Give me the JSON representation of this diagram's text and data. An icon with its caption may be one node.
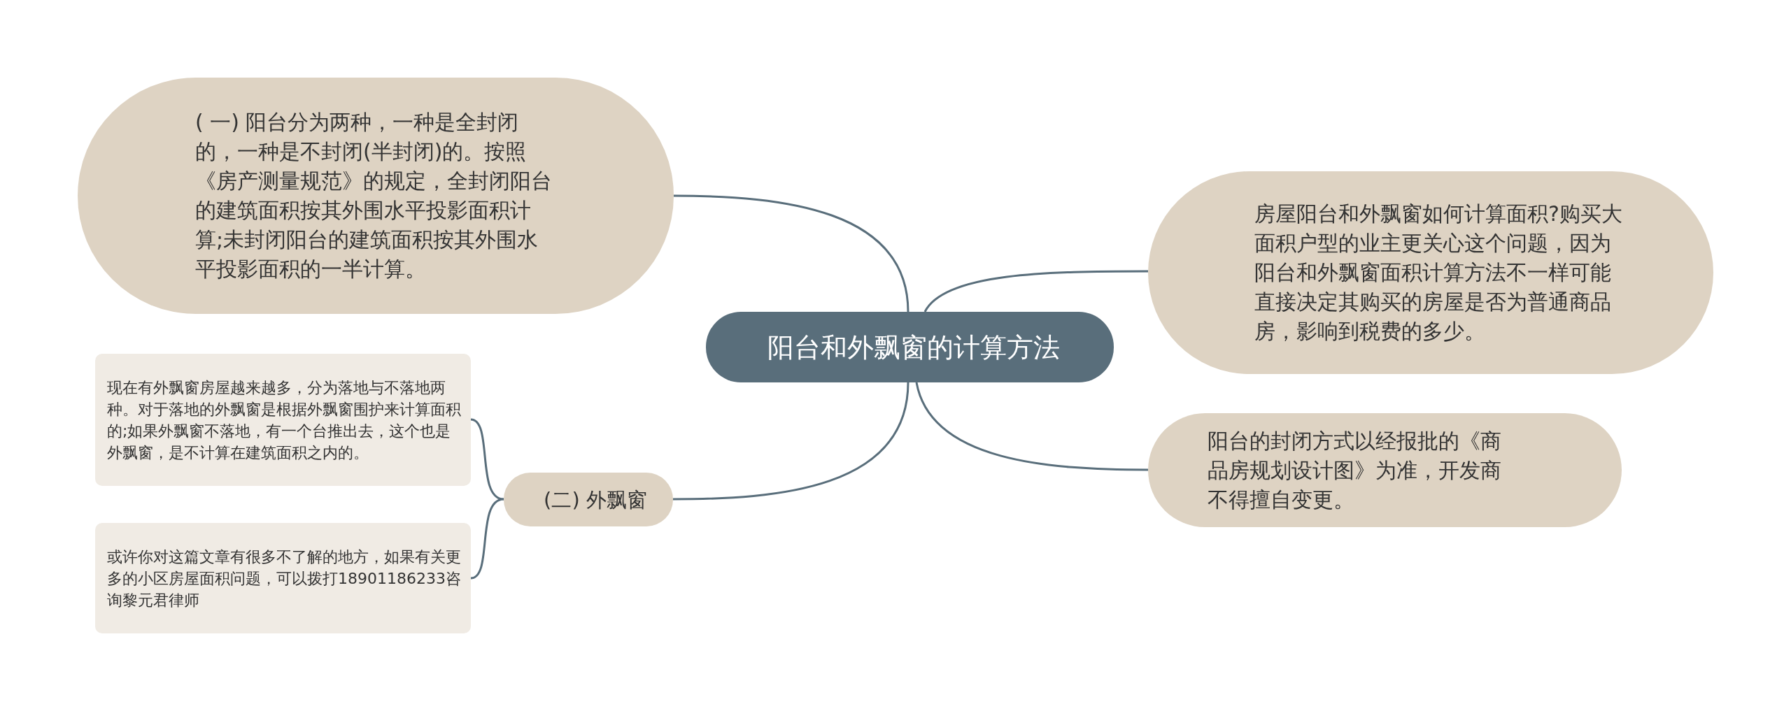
{
  "diagram": {
    "nodes": [
      {
        "text": [
          "阳台和外飘窗的计算方法"
        ]
      },
      {
        "text": [
          "( 一) 阳台分为两种，一种是全封闭的，一种是不封闭(半封闭)的。按照《房产测量规范》的规定，全封闭阳台的建筑面积按其外围水平投影面积计算;未封闭阳台的建筑面积按其外围水平投影面积的一半计算。"
        ]
      },
      {
        "text": [
          "房屋阳台和外飘窗如何计算面积?购买大面积户型的业主更关心这个问题，因为阳台和外飘窗面积计算方法不一样可能直接决定其购买的房屋是否为普通商品房，影响到税费的多少。"
        ]
      },
      {
        "text": [
          "阳台的封闭方式以经报批的《商品房规划设计图》为准，开发商不得擅自变更。"
        ]
      },
      {
        "text": [
          "(二) 外飘窗"
        ]
      },
      {
        "text": [
          "现在有外飘窗房屋越来越多，分为落地与不落地两种。对于落地的外飘窗是根据外飘窗围护来计算面积的;如果外飘窗不落地，有一个台推出去，这个也是外飘窗，是不计算在建筑面积之内的。"
        ]
      },
      {
        "text": [
          "或许你对这篇文章有很多不了解的地方，如果有关更多的小区房屋面积问题，可以拨打18901186233咨询黎元君律师"
        ]
      }
    ],
    "edges": [
      {
        "from": 0,
        "to": 1,
        "arrow": "none"
      },
      {
        "from": 0,
        "to": 2,
        "arrow": "none"
      },
      {
        "from": 0,
        "to": 3,
        "arrow": "none"
      },
      {
        "from": 0,
        "to": 4,
        "arrow": "none"
      },
      {
        "from": 4,
        "to": 5,
        "arrow": "none"
      },
      {
        "from": 4,
        "to": 6,
        "arrow": "none"
      }
    ]
  }
}
